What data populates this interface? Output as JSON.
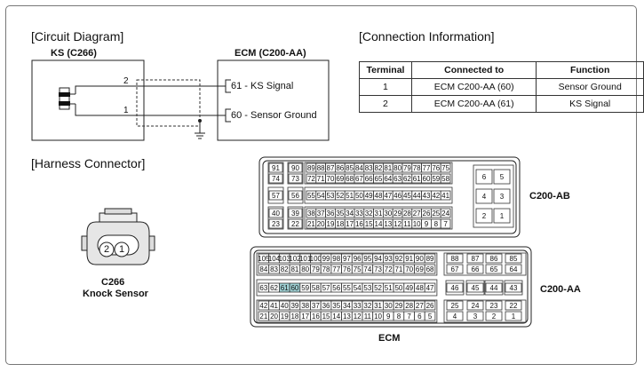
{
  "circuit": {
    "heading": "[Circuit Diagram]",
    "ks_title": "KS (C266)",
    "ecm_title": "ECM (C200-AA)",
    "pin2": "2",
    "pin1": "1",
    "sig1": "61 - KS Signal",
    "sig2": "60 - Sensor Ground"
  },
  "connection": {
    "heading": "[Connection Information]",
    "headers": [
      "Terminal",
      "Connected to",
      "Function"
    ],
    "rows": [
      [
        "1",
        "ECM C200-AA (60)",
        "Sensor Ground"
      ],
      [
        "2",
        "ECM C200-AA (61)",
        "KS Signal"
      ]
    ]
  },
  "harness": {
    "heading": "[Harness Connector]",
    "ks_pin_left": "2",
    "ks_pin_right": "1",
    "ks_code": "C266",
    "ks_name": "Knock Sensor",
    "ab_label": "C200-AB",
    "aa_label": "C200-AA",
    "ecm_label": "ECM",
    "highlight_color": "#9fd0d3",
    "ab": {
      "r1a": [
        "91",
        "74"
      ],
      "r1b": [
        "90",
        "73"
      ],
      "r1c_top": [
        "89",
        "88",
        "87",
        "86",
        "85",
        "84",
        "83",
        "82",
        "81",
        "80",
        "79",
        "78",
        "77",
        "76",
        "75"
      ],
      "r1c_bot": [
        "72",
        "71",
        "70",
        "69",
        "68",
        "67",
        "66",
        "65",
        "64",
        "63",
        "62",
        "61",
        "60",
        "59",
        "58"
      ],
      "r2a": "57",
      "r2b": "56",
      "r2c": [
        "55",
        "54",
        "53",
        "52",
        "51",
        "50",
        "49",
        "48",
        "47",
        "46",
        "45",
        "44",
        "43",
        "42",
        "41"
      ],
      "r3a": [
        "40",
        "23"
      ],
      "r3b": [
        "39",
        "22"
      ],
      "r3c_top": [
        "38",
        "37",
        "36",
        "35",
        "34",
        "33",
        "32",
        "31",
        "30",
        "29",
        "28",
        "27",
        "26",
        "25",
        "24"
      ],
      "r3c_bot": [
        "21",
        "20",
        "19",
        "18",
        "17",
        "16",
        "15",
        "14",
        "13",
        "12",
        "11",
        "10",
        "9",
        "8",
        "7"
      ],
      "right": [
        [
          "6",
          "5"
        ],
        [
          "4",
          "3"
        ],
        [
          "2",
          "1"
        ]
      ]
    },
    "aa": {
      "g1_top": [
        "105",
        "104",
        "103",
        "102",
        "101",
        "100",
        "99",
        "98",
        "97",
        "96",
        "95",
        "94",
        "93",
        "92",
        "91",
        "90",
        "89"
      ],
      "g1_bot": [
        "84",
        "83",
        "82",
        "81",
        "80",
        "79",
        "78",
        "77",
        "76",
        "75",
        "74",
        "73",
        "72",
        "71",
        "70",
        "69",
        "68"
      ],
      "g2": [
        "63",
        "62",
        "61",
        "60",
        "59",
        "58",
        "57",
        "56",
        "55",
        "54",
        "53",
        "52",
        "51",
        "50",
        "49",
        "48",
        "47"
      ],
      "g3_top": [
        "42",
        "41",
        "40",
        "39",
        "38",
        "37",
        "36",
        "35",
        "34",
        "33",
        "32",
        "31",
        "30",
        "29",
        "28",
        "27",
        "26"
      ],
      "g3_bot": [
        "21",
        "20",
        "19",
        "18",
        "17",
        "16",
        "15",
        "14",
        "13",
        "12",
        "11",
        "10",
        "9",
        "8",
        "7",
        "6",
        "5"
      ],
      "right_top": [
        "88",
        "87",
        "86",
        "85"
      ],
      "right_mid": [
        "67",
        "66",
        "65",
        "64"
      ],
      "right_g2": [
        "46",
        "45",
        "44",
        "43"
      ],
      "right_g3_top": [
        "25",
        "24",
        "23",
        "22"
      ],
      "right_g3_bot": [
        "4",
        "3",
        "2",
        "1"
      ],
      "highlight": [
        "61",
        "60"
      ]
    }
  }
}
